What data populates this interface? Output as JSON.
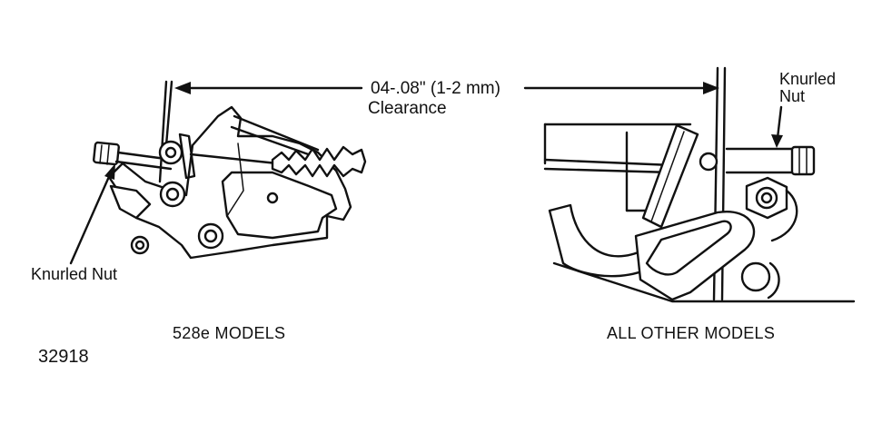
{
  "labels": {
    "clearance_value": "04-.08\" (1-2 mm)",
    "clearance_word": "Clearance",
    "knurled_nut_right_line1": "Knurled",
    "knurled_nut_right_line2": "Nut",
    "knurled_nut_left": "Knurled Nut",
    "models_left": "528e MODELS",
    "models_right": "ALL OTHER MODELS",
    "figure_number": "32918"
  },
  "style": {
    "line_color": "#111111",
    "background": "#ffffff"
  }
}
